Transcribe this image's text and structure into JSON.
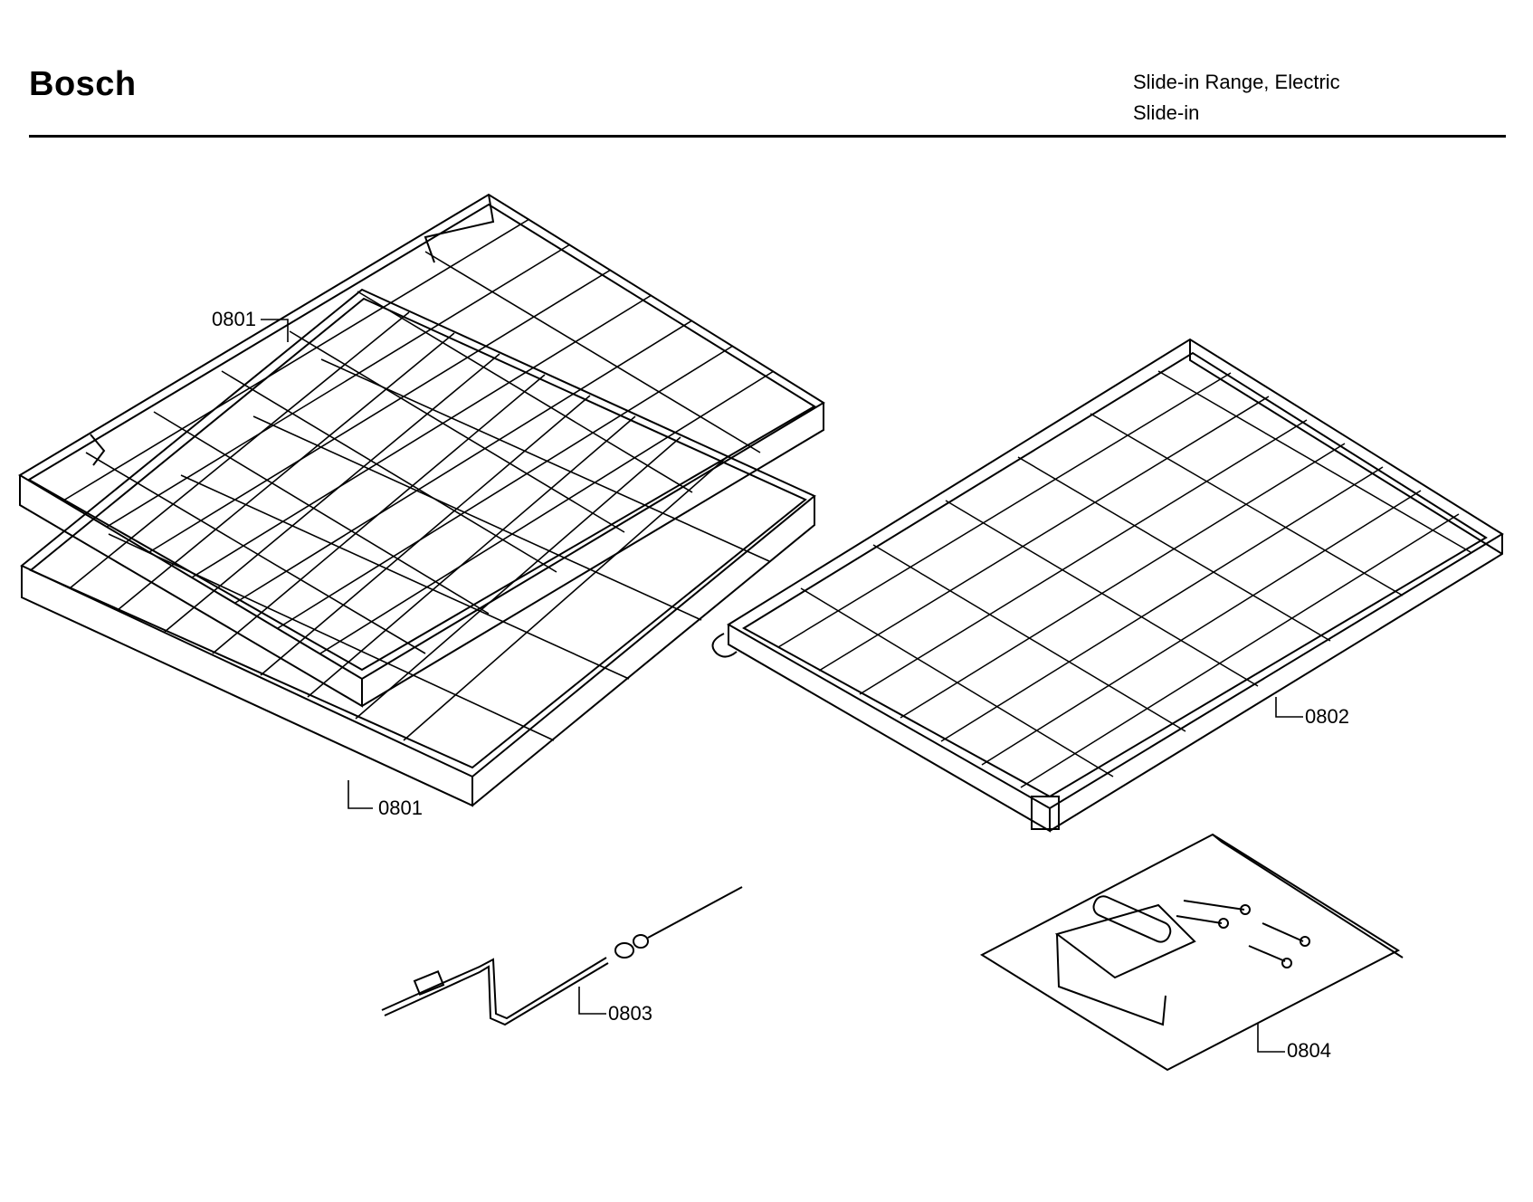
{
  "header": {
    "brand": "Bosch",
    "line1": "Slide-in Range, Electric",
    "line2": "Slide-in"
  },
  "callouts": {
    "rack_upper": "0801",
    "rack_lower": "0801",
    "telescopic_rack": "0802",
    "meat_probe": "0803",
    "hardware_kit": "0804"
  }
}
